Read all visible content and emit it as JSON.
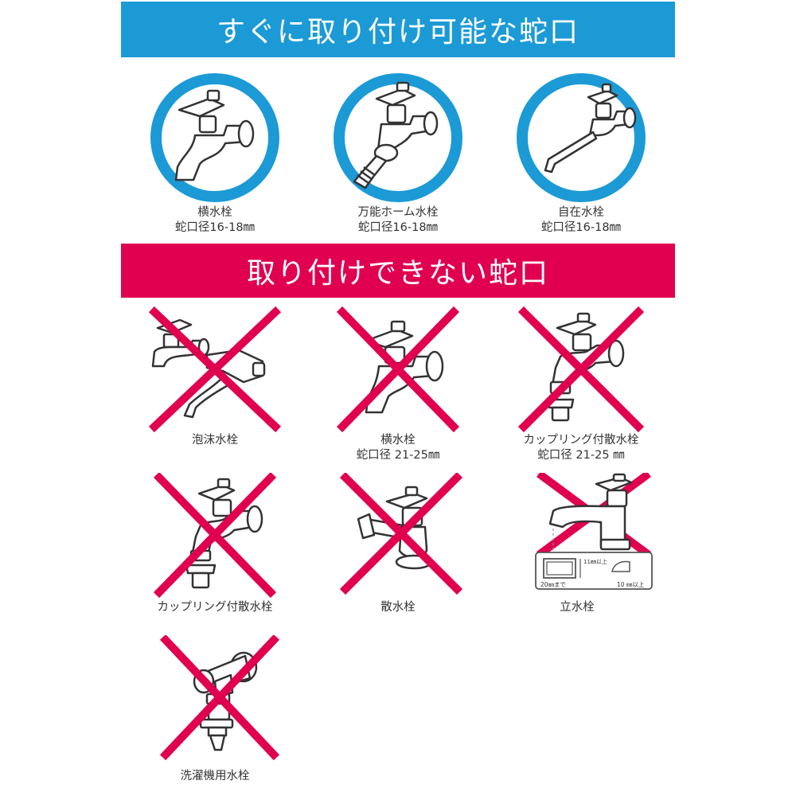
{
  "colors": {
    "ok_banner": "#1c9ad6",
    "ng_banner": "#e0004f",
    "ok_circle": "#1c9ad6",
    "ng_cross": "#e0004f"
  },
  "ok_section": {
    "title": "すぐに取り付け可能な蛇口",
    "items": [
      {
        "icon": "horizontal-faucet-icon",
        "name": "横水栓",
        "spec": "蛇口径16-18㎜"
      },
      {
        "icon": "multi-hose-faucet-icon",
        "name": "万能ホーム水栓",
        "spec": "蛇口径16-18㎜"
      },
      {
        "icon": "swivel-spout-faucet-icon",
        "name": "自在水栓",
        "spec": "蛇口径16-18㎜"
      }
    ]
  },
  "ng_section": {
    "title": "取り付けできない蛇口",
    "items": [
      {
        "icon": "aerator-faucet-icon",
        "name": "泡沫水栓",
        "spec": ""
      },
      {
        "icon": "large-horizontal-faucet-icon",
        "name": "横水栓",
        "spec": "蛇口径 21-25㎜"
      },
      {
        "icon": "coupling-sprinkler-faucet-icon",
        "name": "カップリング付散水栓",
        "spec": "蛇口径 21-25 ㎜"
      },
      {
        "icon": "coupling-faucet-icon",
        "name": "カップリング付散水栓",
        "spec": ""
      },
      {
        "icon": "sprinkler-faucet-icon",
        "name": "散水栓",
        "spec": ""
      },
      {
        "icon": "vertical-faucet-icon",
        "name": "立水栓",
        "spec": ""
      },
      {
        "icon": "washing-machine-faucet-icon",
        "name": "洗濯機用水栓",
        "spec": ""
      }
    ],
    "diagram_labels": {
      "height": "11㎜以上",
      "width": "20㎜まで",
      "depth": "10 ㎜以上"
    }
  }
}
